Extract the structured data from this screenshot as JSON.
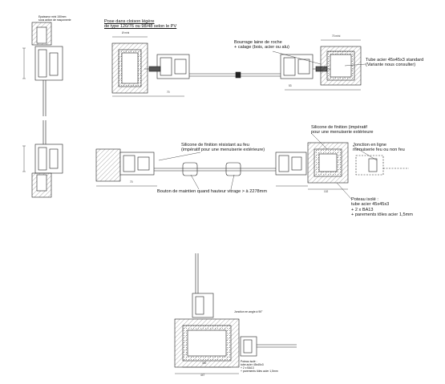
{
  "labels": {
    "head_note": "Pose dans cloison légère",
    "head_note_2": "de type 120/76 ou 98/48 selon le PV",
    "top_left_note": "Epaisseur mini 150mm",
    "top_left_note_2": "sous action de maçonnerie",
    "bourrage": "Bourrage laine de roche",
    "bourrage_2": "+ calage (bois, acier ou alu)",
    "tube": "Tube acier 45x45x3 standard",
    "tube_2": "(Variante nous consulter)",
    "silicone_feu": "Silicone de finition résistant au feu",
    "silicone_feu_2": "(impératif pour une menuiserie extérieure)",
    "silicone_finition": "Silicone de finition (impératif",
    "silicone_finition_2": "pour une menuiserie extérieure",
    "jonction": "Jonction en ligne",
    "jonction_2": "menuiserie feu ou non feu",
    "bouton": "Bouton de maintien quand hauteur vitrage > à 2278mm",
    "poteau": "Poteau isolé :",
    "poteau_2": "tube acier 45x45x3",
    "poteau_3": "+ 2 x BA13",
    "poteau_4": "+ parements tôles acier 1,5mm",
    "angle_note": "Jonction en angle à 90°",
    "bottom_note": "Poteau isolé :",
    "bottom_note_2": "tube acier 45x45x3",
    "bottom_note_3": "+ 2 x BA13",
    "bottom_note_4": "+ parements tôles acier 1,5mm"
  },
  "dimensions": {
    "d1": "Ø mini",
    "d2": "70 mini",
    "d3": "70",
    "d4": "53",
    "d5": "102",
    "d6": "70",
    "d7": "300",
    "d8": "447"
  },
  "colors": {
    "line": "#222222",
    "hatch": "#8a8a8a",
    "fill": "#f2f2f2"
  }
}
